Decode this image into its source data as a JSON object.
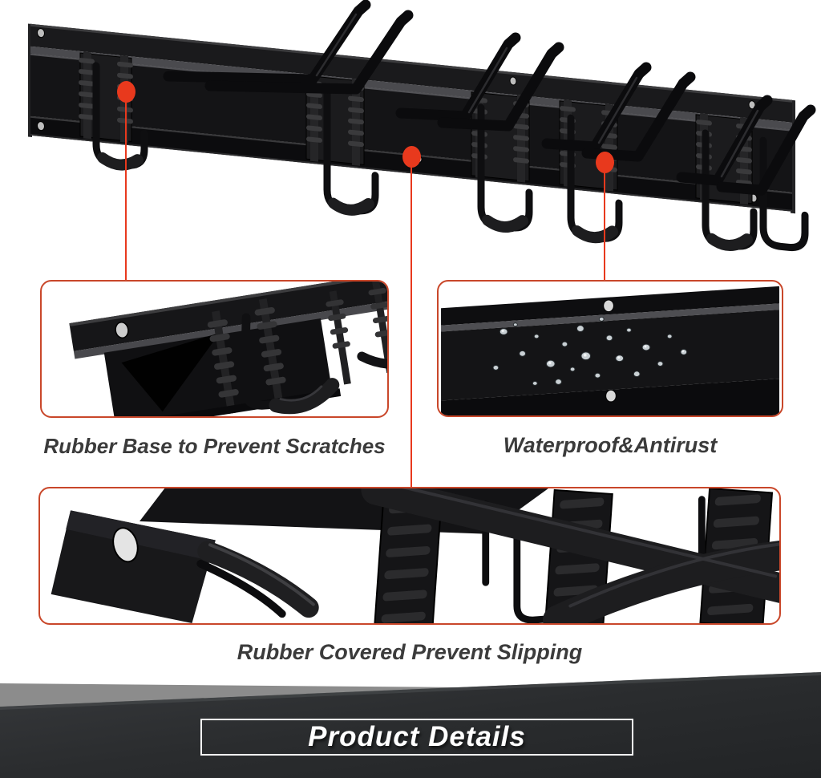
{
  "image_type": "product-feature-infographic",
  "product": "black wall-mounted garage tool storage rack with hooks",
  "colors": {
    "accent_red": "#e8391d",
    "callout_border_red": "#c9472a",
    "caption_text": "#3b3b3b",
    "banner_dark": "#2b2d2f",
    "banner_gray": "#8c8c8c",
    "rack_black": "#141416"
  },
  "callouts": {
    "rubber_base": {
      "label": "Rubber Base to Prevent Scratches"
    },
    "waterproof": {
      "label": "Waterproof&Antirust"
    },
    "rubber_covered": {
      "label": "Rubber Covered Prevent Slipping"
    }
  },
  "banner": {
    "title": "Product Details"
  },
  "icons": [
    "callout-dot-icon",
    "screw-hole-icon",
    "water-droplets-icon"
  ]
}
